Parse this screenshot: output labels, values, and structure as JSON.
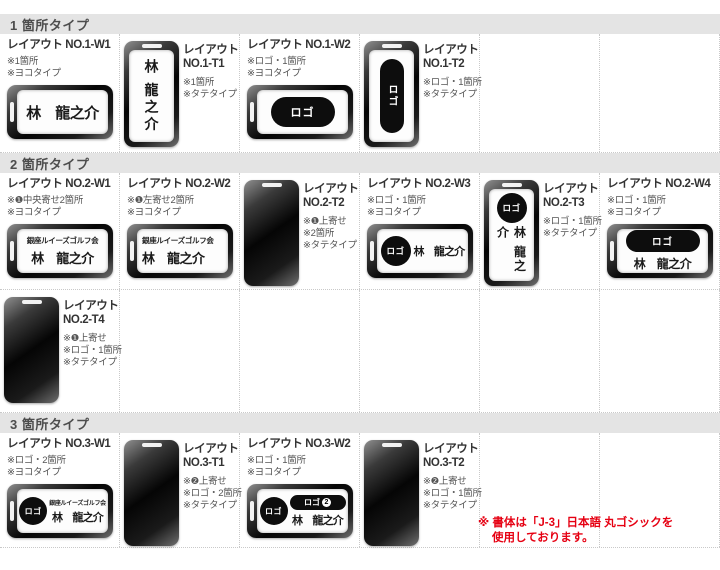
{
  "sections": {
    "one": {
      "header": "1 箇所タイプ"
    },
    "two": {
      "header": "2 箇所タイプ"
    },
    "three": {
      "header": "3 箇所タイプ"
    }
  },
  "plate": {
    "name_h": "林　龍之介",
    "name_v": "林 龍之介",
    "club": "銀座ルイーズゴルフ会",
    "logo": "ロゴ",
    "logo_num2": "2"
  },
  "cells": {
    "n1w1": {
      "title": "レイアウト NO.1-W1",
      "notes": [
        "※1箇所",
        "※ヨコタイプ"
      ]
    },
    "n1t1": {
      "title_line1": "レイアウト",
      "title_line2": "NO.1-T1",
      "notes": [
        "※1箇所",
        "※タテタイプ"
      ]
    },
    "n1w2": {
      "title": "レイアウト NO.1-W2",
      "notes": [
        "※ロゴ・1箇所",
        "※ヨコタイプ"
      ]
    },
    "n1t2": {
      "title_line1": "レイアウト",
      "title_line2": "NO.1-T2",
      "notes": [
        "※ロゴ・1箇所",
        "※タテタイプ"
      ]
    },
    "n2w1": {
      "title": "レイアウト NO.2-W1",
      "notes": [
        "※❶中央寄せ2箇所",
        "※ヨコタイプ"
      ]
    },
    "n2w2": {
      "title": "レイアウト NO.2-W2",
      "notes": [
        "※❶左寄せ2箇所",
        "※ヨコタイプ"
      ]
    },
    "n2t2": {
      "title_line1": "レイアウト",
      "title_line2": "NO.2-T2",
      "notes": [
        "※❶上寄せ",
        "※2箇所",
        "※タテタイプ"
      ]
    },
    "n2w3": {
      "title": "レイアウト NO.2-W3",
      "notes": [
        "※ロゴ・1箇所",
        "※ヨコタイプ"
      ]
    },
    "n2t3": {
      "title_line1": "レイアウト",
      "title_line2": "NO.2-T3",
      "notes": [
        "※ロゴ・1箇所",
        "※タテタイプ"
      ]
    },
    "n2w4": {
      "title": "レイアウト NO.2-W4",
      "notes": [
        "※ロゴ・1箇所",
        "※ヨコタイプ"
      ]
    },
    "n2t4": {
      "title_line1": "レイアウト",
      "title_line2": "NO.2-T4",
      "notes": [
        "※❶上寄せ",
        "※ロゴ・1箇所",
        "※タテタイプ"
      ]
    },
    "n3w1": {
      "title": "レイアウト NO.3-W1",
      "notes": [
        "※ロゴ・2箇所",
        "※ヨコタイプ"
      ]
    },
    "n3t1": {
      "title_line1": "レイアウト",
      "title_line2": "NO.3-T1",
      "notes": [
        "※❷上寄せ",
        "※ロゴ・2箇所",
        "※タテタイプ"
      ]
    },
    "n3w2": {
      "title": "レイアウト NO.3-W2",
      "notes": [
        "※ロゴ・1箇所",
        "※ヨコタイプ"
      ]
    },
    "n3t2": {
      "title_line1": "レイアウト",
      "title_line2": "NO.3-T2",
      "notes": [
        "※❷上寄せ",
        "※ロゴ・1箇所",
        "※タテタイプ"
      ]
    }
  },
  "footnote": {
    "line1": "※ 書体は「J-3」日本語 丸ゴシックを",
    "line2": "使用しております。"
  },
  "colors": {
    "accent_red": "#e60012",
    "header_bg": "#e4e4e4",
    "frame_black": "#0d0d0d"
  }
}
